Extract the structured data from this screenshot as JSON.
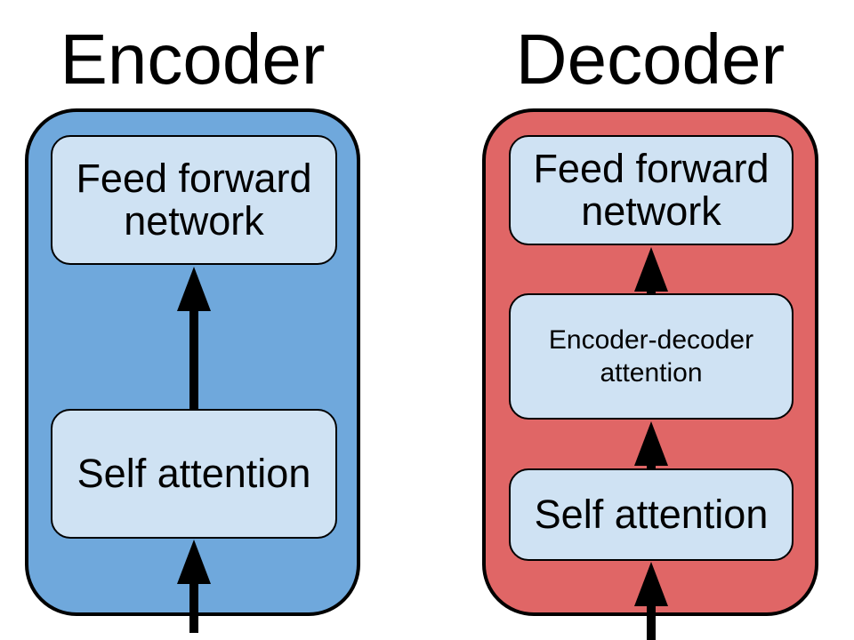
{
  "encoder": {
    "title": "Encoder",
    "container_color": "#6FA8DC",
    "boxes": {
      "feed_forward": {
        "line1": "Feed forward",
        "line2": "network"
      },
      "self_attention": {
        "label": "Self attention"
      }
    }
  },
  "decoder": {
    "title": "Decoder",
    "container_color": "#E06666",
    "boxes": {
      "feed_forward": {
        "line1": "Feed forward",
        "line2": "network"
      },
      "encoder_decoder_attention": {
        "line1": "Encoder-decoder",
        "line2": "attention"
      },
      "self_attention": {
        "label": "Self attention"
      }
    }
  },
  "colors": {
    "inner_box": "#CFE2F3",
    "outline": "#000000",
    "arrow": "#000000",
    "text": "#000000",
    "page_background": "#FFFFFF"
  }
}
